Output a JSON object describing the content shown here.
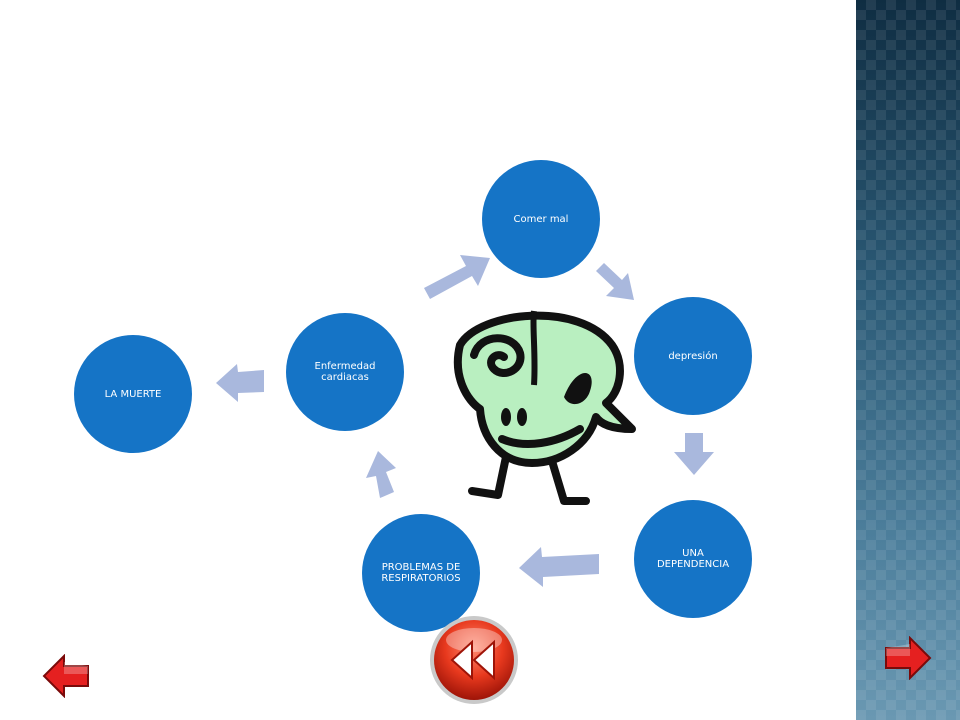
{
  "diagram": {
    "nodes": [
      {
        "id": "comer-mal",
        "label": "Comer mal"
      },
      {
        "id": "depresion",
        "label": "depresión"
      },
      {
        "id": "dependencia",
        "label": "UNA DEPENDENCIA"
      },
      {
        "id": "problemas",
        "label": "PROBLEMAS DE RESPIRATORIOS"
      },
      {
        "id": "enfermedad",
        "label": "Enfermedad cardiacas"
      },
      {
        "id": "muerte",
        "label": "LA MUERTE"
      }
    ]
  },
  "colors": {
    "node_fill": "#1574c6",
    "arrow_fill": "#a9b8dd",
    "character_fill": "#b9efc0",
    "nav_red": "#e52020",
    "side_panel": "#2b5a76"
  },
  "icons": {
    "back": "red-left-arrow-icon",
    "forward": "red-right-arrow-icon",
    "rewind": "rewind-button-icon",
    "character": "cartoon-walking-character"
  }
}
